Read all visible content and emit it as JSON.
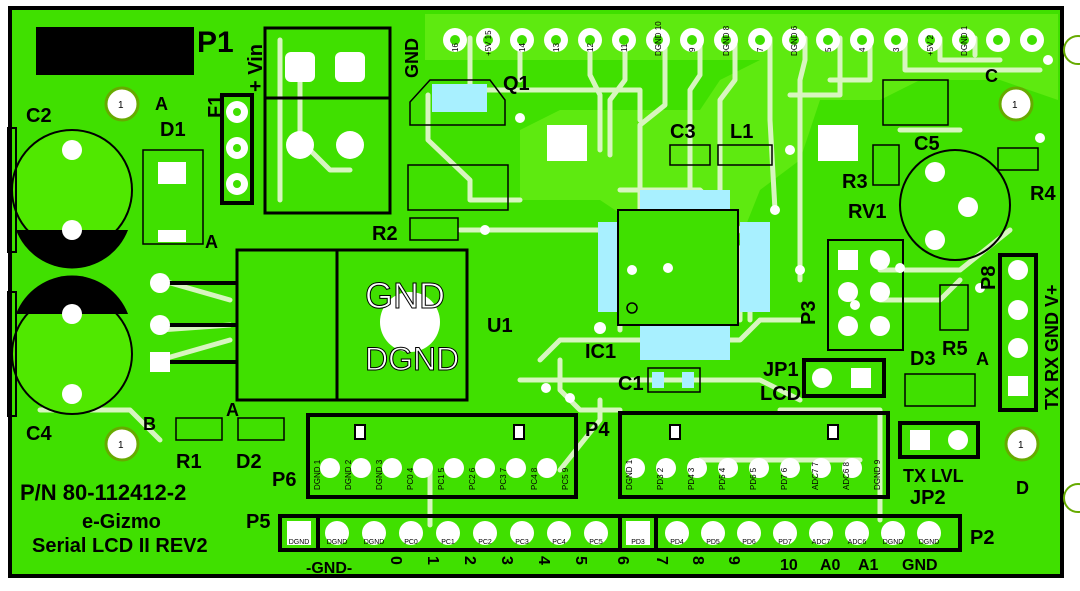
{
  "colors": {
    "board": "#40e000",
    "copper": "#66f000",
    "trace": "#d8f5c0",
    "pad": "#ffffff",
    "silk": "#000000",
    "vias": "#a8f0ff",
    "panel": "#ffffff"
  },
  "board": {
    "part_number": "P/N 80-112412-2",
    "maker": "e-Gizmo",
    "product": "Serial LCD II REV2"
  },
  "refs": {
    "p1": "P1",
    "vin": "+ Vin",
    "f1": "F1",
    "d1": "D1",
    "c2": "C2",
    "c4": "C4",
    "q1": "Q1",
    "c3": "C3",
    "l1": "L1",
    "c5": "C5",
    "r3": "R3",
    "rv1": "RV1",
    "r4": "R4",
    "r2": "R2",
    "u1": "U1",
    "ic1": "IC1",
    "c1": "C1",
    "jp1": "JP1",
    "lcd": "LCD",
    "d3": "D3",
    "r5": "R5",
    "p8": "P8",
    "p3": "P3",
    "r1": "R1",
    "d2": "D2",
    "p4": "P4",
    "p6": "P6",
    "p5": "P5",
    "p2": "P2",
    "jp2": "JP2",
    "tx_lvl": "TX  LVL",
    "txrxgnd": "TX RX GND V+",
    "pin_a1": "A",
    "pin_a2": "A",
    "pin_a3": "A",
    "pin_a4": "A",
    "pin_b": "B",
    "pin_c": "C",
    "pin_d": "D",
    "gnd_top": "GND",
    "u1_gnd": "GND",
    "u1_dgnd": "DGND"
  },
  "top_header": {
    "pins": [
      "16",
      "+5V 15",
      "14",
      "13",
      "12",
      "11",
      "DGND 10",
      "9",
      "DGND 8",
      "7",
      "DGND 6",
      "5",
      "4",
      "3",
      "+5V 2",
      "DGND 1"
    ]
  },
  "p6_header": {
    "pins": [
      "DGND 1",
      "DGND 2",
      "DGND 3",
      "PC0 4",
      "PC1 5",
      "PC2 6",
      "PC3 7",
      "PC4 8",
      "PC5 9"
    ]
  },
  "p4_header": {
    "pins": [
      "DGND 1",
      "PD3 2",
      "PD4 3",
      "PD5 4",
      "PD6 5",
      "PD7 6",
      "ADC7 7",
      "ADC6 8",
      "DGND 9"
    ]
  },
  "p5_pins": [
    "DGND",
    "DGND",
    "DGND",
    "PC0",
    "PC1",
    "PC2",
    "PC3",
    "PC4",
    "PC5"
  ],
  "p2_pins": [
    "PD3",
    "PD4",
    "PD5",
    "PD6",
    "PD7",
    "ADC7",
    "ADC6",
    "DGND",
    "DGND"
  ],
  "bottom_labels": {
    "gnd_span": "-GND-",
    "nums": [
      "0",
      "1",
      "2",
      "3",
      "4",
      "5",
      "6",
      "7",
      "8",
      "9",
      "10",
      "A0",
      "A1",
      "GND"
    ]
  }
}
